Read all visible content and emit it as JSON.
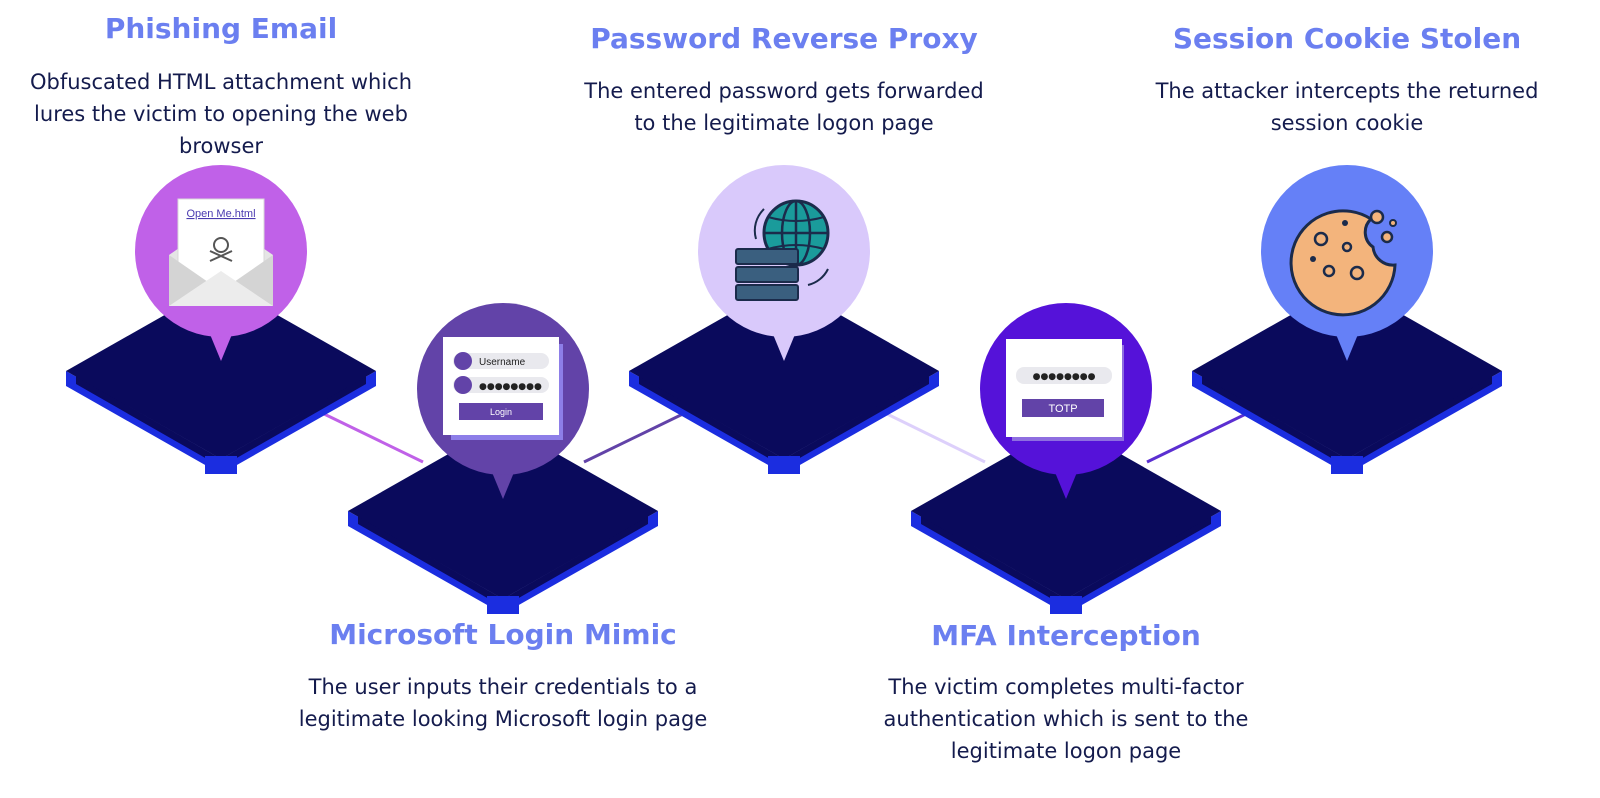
{
  "steps": [
    {
      "title": "Phishing Email",
      "description": "Obfuscated HTML attachment which lures the victim to opening the web browser",
      "icon": "phishing-email-attachment-icon",
      "bubble_color": "#c061e8",
      "attachment_label": "Open Me.html"
    },
    {
      "title": "Microsoft Login Mimic",
      "description": "The user inputs their credentials to a legitimate looking Microsoft login page",
      "icon": "login-form-icon",
      "bubble_color": "#6243a8",
      "username_label": "Username",
      "password_mask": "●●●●●●●●",
      "button_label": "Login"
    },
    {
      "title": "Password Reverse Proxy",
      "description": "The entered password gets forwarded to the legitimate logon page",
      "icon": "server-globe-proxy-icon",
      "bubble_color": "#d9c9fb"
    },
    {
      "title": "MFA Interception",
      "description": "The victim completes multi-factor authentication which is sent to the legitimate logon page",
      "icon": "mfa-totp-form-icon",
      "bubble_color": "#5512d9",
      "password_mask": "●●●●●●●●",
      "button_label": "TOTP"
    },
    {
      "title": "Session Cookie Stolen",
      "description": "The attacker intercepts the returned session cookie",
      "icon": "cookie-icon",
      "bubble_color": "#6580f7"
    }
  ],
  "colors": {
    "title": "#6b7ff0",
    "text": "#141b4d",
    "platform": "#0a0a5c",
    "platform_edge": "#1b2de0",
    "connectors": [
      "#c061e8",
      "#6243a8",
      "#ddd0fb",
      "#5b2fd1"
    ]
  }
}
